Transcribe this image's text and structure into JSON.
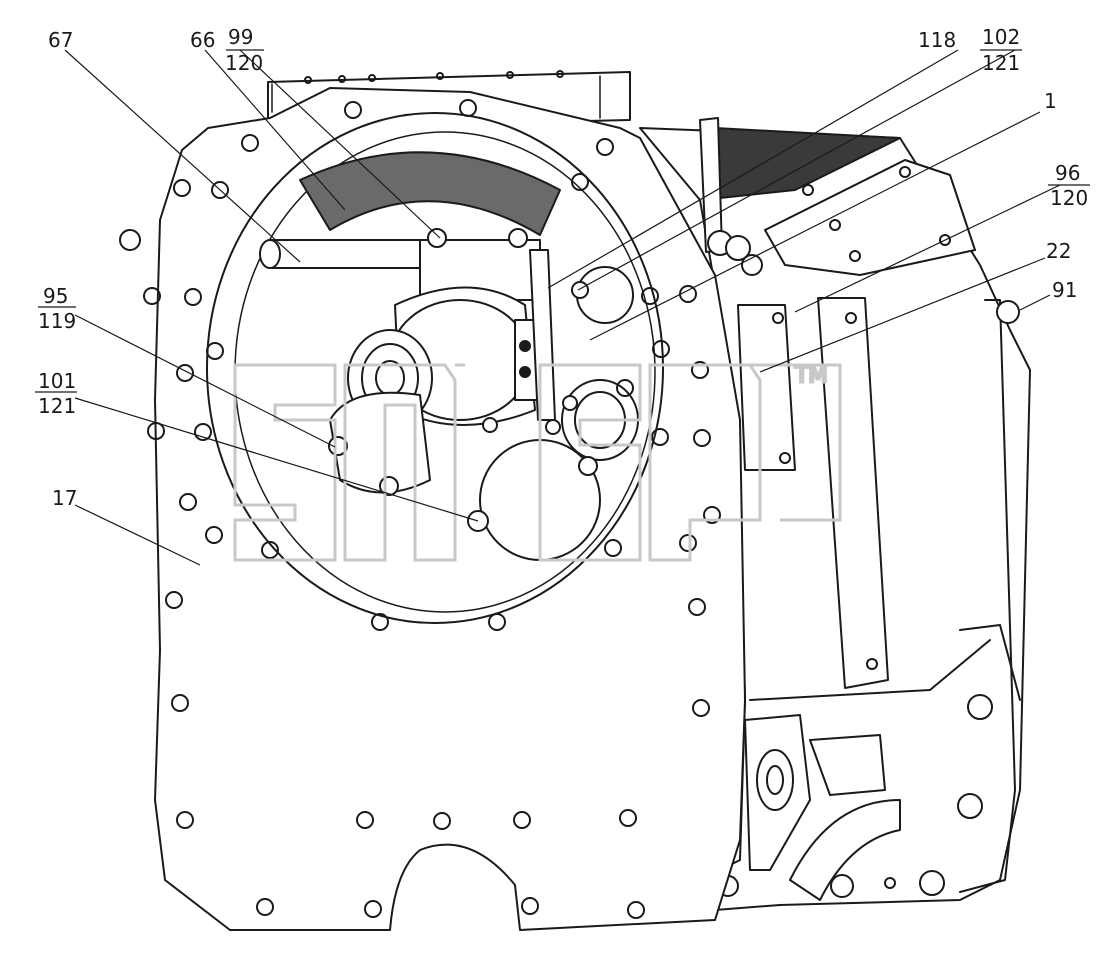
{
  "diagram": {
    "watermark": {
      "text": "TM"
    },
    "callouts": [
      {
        "id": "c67",
        "top": "67"
      },
      {
        "id": "c66",
        "top": "66"
      },
      {
        "id": "c99",
        "top": "99",
        "bottom": "120"
      },
      {
        "id": "c118",
        "top": "118"
      },
      {
        "id": "c102",
        "top": "102",
        "bottom": "121"
      },
      {
        "id": "c1",
        "top": "1"
      },
      {
        "id": "c96",
        "top": "96",
        "bottom": "120"
      },
      {
        "id": "c22",
        "top": "22"
      },
      {
        "id": "c91",
        "top": "91"
      },
      {
        "id": "c95",
        "top": "95",
        "bottom": "119"
      },
      {
        "id": "c101",
        "top": "101",
        "bottom": "121"
      },
      {
        "id": "c17",
        "top": "17"
      }
    ]
  }
}
